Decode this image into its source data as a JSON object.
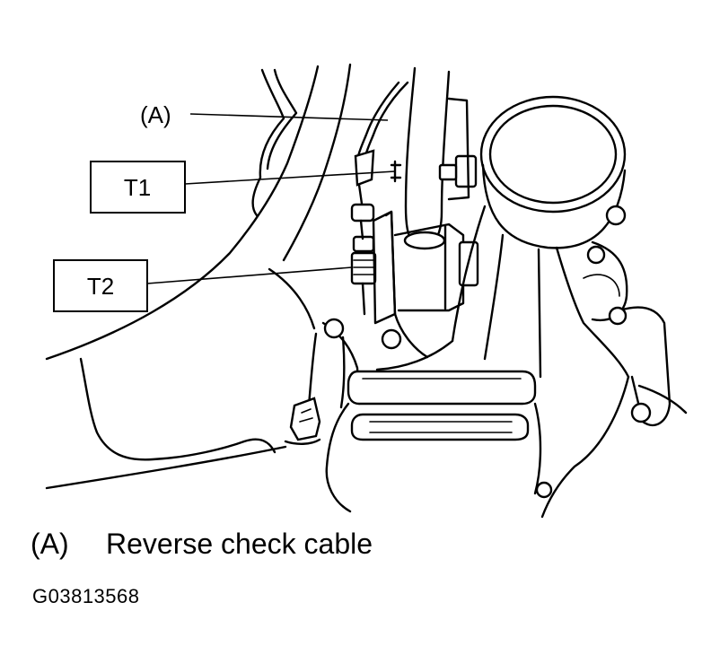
{
  "callouts": {
    "cable_key": "(A)",
    "torque_1": "T1",
    "torque_2": "T2"
  },
  "legend": {
    "key": "(A)",
    "description": "Reverse check cable"
  },
  "figure_code": "G03813568"
}
